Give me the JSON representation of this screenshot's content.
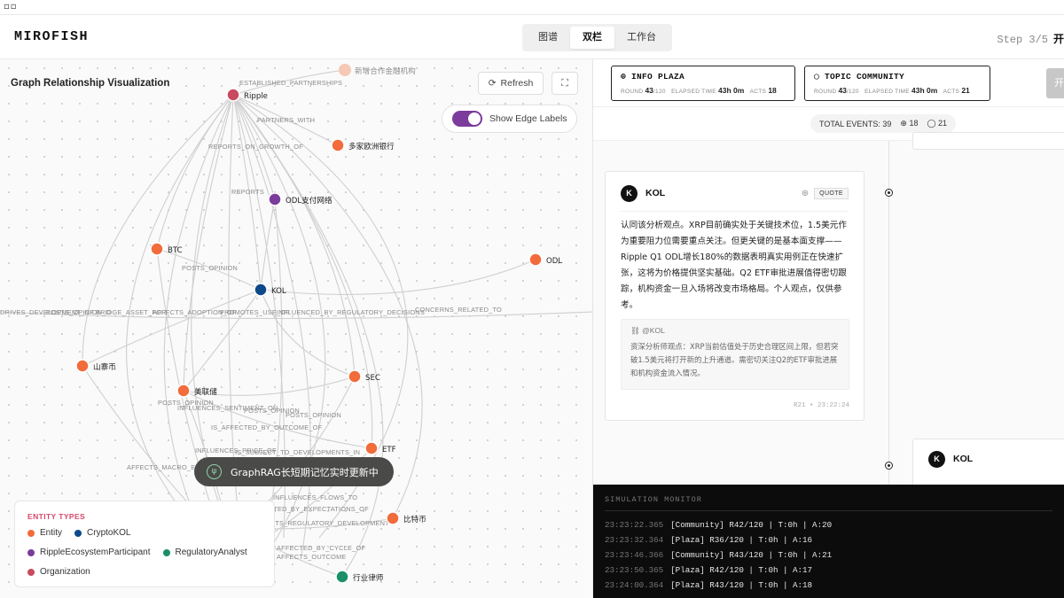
{
  "window": {
    "icon": "window-tiles-icon"
  },
  "header": {
    "brand": "MIROFISH",
    "tabs": [
      "图谱",
      "双栏",
      "工作台"
    ],
    "active_tab": "双栏",
    "step_label": "Step 3/5",
    "step_title": "开"
  },
  "graph": {
    "title": "Graph Relationship Visualization",
    "refresh_label": "Refresh",
    "edge_labels_label": "Show Edge Labels",
    "edge_labels_on": true,
    "toast": "GraphRAG长短期记忆实时更新中",
    "nodes": [
      {
        "id": "ripple",
        "label": "Ripple",
        "type": "Organization"
      },
      {
        "id": "newinst",
        "label": "新增合作金融机构",
        "type": "Entity"
      },
      {
        "id": "banks",
        "label": "多家欧洲银行",
        "type": "Entity"
      },
      {
        "id": "odlnet",
        "label": "ODL支付网络",
        "type": "RippleEcosystemParticipant"
      },
      {
        "id": "btc",
        "label": "BTC",
        "type": "Entity"
      },
      {
        "id": "odl",
        "label": "ODL",
        "type": "Entity"
      },
      {
        "id": "kol",
        "label": "KOL",
        "type": "CryptoKOL"
      },
      {
        "id": "alt",
        "label": "山寨币",
        "type": "Entity"
      },
      {
        "id": "fed",
        "label": "美联储",
        "type": "Entity"
      },
      {
        "id": "sec",
        "label": "SEC",
        "type": "Entity"
      },
      {
        "id": "etf",
        "label": "ETF",
        "type": "Entity"
      },
      {
        "id": "bitcoin",
        "label": "比特币",
        "type": "Entity"
      },
      {
        "id": "lawyer",
        "label": "行业律师",
        "type": "RegulatoryAnalyst"
      }
    ],
    "edge_labels": [
      "ESTABLISHED_PARTNERSHIPS",
      "PARTNERS_WITH",
      "REPORTS_ON_GROWTH_OF",
      "REPORTS",
      "POSTS_OPINION",
      "DRIVES_DEVELOPMENT_OF",
      "POSTS_OPINION_O",
      "BRIDGE_ASSET_FOR",
      "AFFECTS_ADOPTION_OF",
      "PROMOTES_USE_OF",
      "INFLUENCED_BY_REGULATORY_DECISIONS",
      "CONCERNS_RELATED_TO",
      "POSTS_OPINION",
      "INFLUENCES_SENTIMENT_ON",
      "POSTS_OPINION",
      "POSTS_OPINION",
      "IS_AFFECTED_BY_OUTCOME_OF",
      "INFLUENCES_PRICE_OF",
      "IS_SUBJECT_TO_DEVELOPMENTS_IN",
      "AFFECTS_MACRO_ENV",
      "INFLUENCES_FLOWS_TO",
      "AFFECTED_BY_EXPECTATIONS_OF",
      "AFFECTS_REGULATORY_DEVELOPMENT",
      "AFFECTED_BY_CYCLE_OF",
      "AFFECTS_OUTCOME"
    ],
    "legend": {
      "title": "ENTITY TYPES",
      "items": [
        {
          "label": "Entity",
          "color": "#f26b3a"
        },
        {
          "label": "CryptoKOL",
          "color": "#0e4a8a"
        },
        {
          "label": "RippleEcosystemParticipant",
          "color": "#7b3c9b"
        },
        {
          "label": "RegulatoryAnalyst",
          "color": "#1a8f6a"
        },
        {
          "label": "Organization",
          "color": "#c94a5e"
        }
      ]
    }
  },
  "platforms": [
    {
      "name": "INFO PLAZA",
      "icon": "globe-icon",
      "round_label": "ROUND",
      "round": "43",
      "round_total": "/120",
      "elapsed_label": "ELAPSED TIME",
      "elapsed": "43h 0m",
      "acts_label": "ACTS",
      "acts": "18"
    },
    {
      "name": "TOPIC COMMUNITY",
      "icon": "chat-bubble-icon",
      "round_label": "ROUND",
      "round": "43",
      "round_total": "/120",
      "elapsed_label": "ELAPSED TIME",
      "elapsed": "43h 0m",
      "acts_label": "ACTS",
      "acts": "21"
    }
  ],
  "side_button": "开",
  "totals": {
    "label": "TOTAL EVENTS: 39",
    "plaza": "18",
    "community": "21"
  },
  "post": {
    "avatar": "K",
    "author": "KOL",
    "action": "QUOTE",
    "text": "认同该分析观点。XRP目前确实处于关键技术位，1.5美元作为重要阻力位需要重点关注。但更关键的是基本面支撑——Ripple Q1 ODL增长180%的数据表明真实用例正在快速扩张，这将为价格提供坚实基础。Q2 ETF审批进展值得密切跟踪，机构资金一旦入场将改变市场格局。个人观点，仅供参考。",
    "quote_author": "@KOL",
    "quote_text": "资深分析师观点：XRP当前估值处于历史合理区间上限，但若突破1.5美元将打开新的上升通道。需密切关注Q2的ETF审批进展和机构资金流入情况。",
    "footer": "R21 • 23:22:24"
  },
  "post2": {
    "avatar": "K",
    "author": "KOL"
  },
  "monitor": {
    "title": "SIMULATION MONITOR",
    "lines": [
      {
        "time": "23:23:22.365",
        "text": "[Community] R42/120 | T:0h | A:20"
      },
      {
        "time": "23:23:32.364",
        "text": "[Plaza] R36/120 | T:0h | A:16"
      },
      {
        "time": "23:23:46.366",
        "text": "[Community] R43/120 | T:0h | A:21"
      },
      {
        "time": "23:23:50.365",
        "text": "[Plaza] R42/120 | T:0h | A:17"
      },
      {
        "time": "23:24:00.364",
        "text": "[Plaza] R43/120 | T:0h | A:18"
      }
    ]
  }
}
